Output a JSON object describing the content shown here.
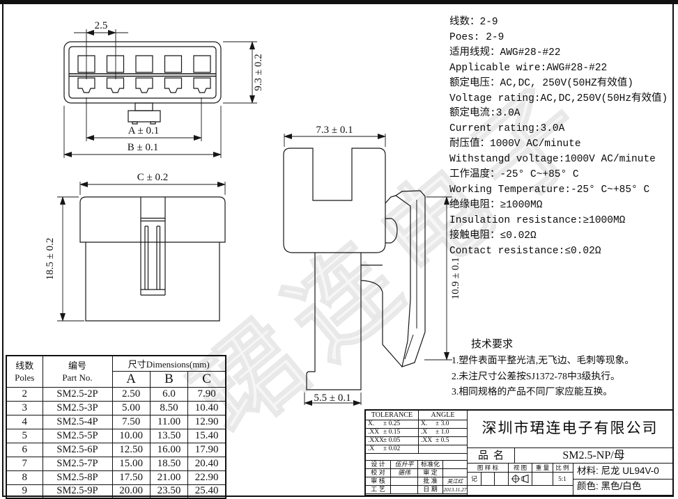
{
  "watermark": "珺连电子",
  "specs": {
    "lines": [
      "线数：2-9",
      "Poes: 2-9",
      "适用线规：AWG#28-#22",
      "Applicable wire:AWG#28-#22",
      "额定电压：AC,DC, 250V(50HZ有效值)",
      "Voltage rating:AC,DC,250V(50Hz有效值)",
      "额定电流:3.0A",
      "Current rating:3.0A",
      "耐压值：1000V AC/minute",
      "Withstangd voltage:1000V AC/minute",
      "工作温度：-25° C~+85° C",
      "Working Temperature:-25° C~+85° C",
      "绝缘电阻：≥1000MΩ",
      "Insulation resistance:≥1000MΩ",
      "接触电阻：≤0.02Ω",
      "Contact resistance:≤0.02Ω"
    ]
  },
  "tech": {
    "title": "技术要求",
    "items": [
      "1.塑件表面平整光洁,无飞边、毛刺等现象。",
      "2.未注尺寸公差按SJ1372-78中3级执行。",
      "3.相同规格的产品不同厂家应能互换。"
    ]
  },
  "dims": {
    "front": {
      "pitch": "2.5",
      "height": "9.3 ± 0.2",
      "a": "A ± 0.1",
      "b": "B ± 0.1"
    },
    "rear": {
      "width": "C ± 0.2",
      "height": "18.5 ± 0.2"
    },
    "side": {
      "width": "7.3 ± 0.1",
      "height": "10.9 ± 0.1",
      "foot": "5.5 ± 0.1"
    }
  },
  "poles_table": {
    "headers": {
      "col1_zh": "线数",
      "col1_en": "Poles",
      "col2_zh": "编号",
      "col2_en": "Part No.",
      "dims_title": "尺寸Dimensions(mm)",
      "a": "A",
      "b": "B",
      "c": "C"
    },
    "rows": [
      [
        "2",
        "SM2.5-2P",
        "2.50",
        "6.0",
        "7.90"
      ],
      [
        "3",
        "SM2.5-3P",
        "5.00",
        "8.50",
        "10.40"
      ],
      [
        "4",
        "SM2.5-4P",
        "7.50",
        "11.00",
        "12.90"
      ],
      [
        "5",
        "SM2.5-5P",
        "10.00",
        "13.50",
        "15.40"
      ],
      [
        "6",
        "SM2.5-6P",
        "12.50",
        "16.00",
        "17.90"
      ],
      [
        "7",
        "SM2.5-7P",
        "15.00",
        "18.50",
        "20.40"
      ],
      [
        "8",
        "SM2.5-8P",
        "17.50",
        "21.00",
        "22.90"
      ],
      [
        "9",
        "SM2.5-9P",
        "20.00",
        "23.50",
        "25.40"
      ]
    ]
  },
  "title_block": {
    "tolerance": {
      "title": "TOLERANCE",
      "angle_title": "ANGLE",
      "rows": [
        [
          "X.",
          "± 0.25",
          "X.",
          "± 3.0"
        ],
        [
          ".XX",
          "± 0.15",
          ".X",
          "± 1.0"
        ],
        [
          ".XXX",
          "± 0.05",
          ".XX",
          "± 0.5"
        ],
        [
          ".X",
          "± 0.02",
          "",
          ""
        ]
      ]
    },
    "signatures": [
      [
        "设 计",
        "伍升平",
        "标准化",
        ""
      ],
      [
        "校 对",
        "骆伟",
        "审 定",
        ""
      ],
      [
        "审 核",
        "",
        "批 准",
        "吴江红"
      ],
      [
        "工 艺",
        "",
        "日 期",
        "2013.11.27"
      ]
    ],
    "company": "深圳市珺连电子有限公司",
    "product_label": "品名",
    "product_name": "SM2.5-NP/母",
    "stamp_label": "图 样 标",
    "stamp_label2": "记",
    "view_label": "视 图",
    "weight_label": "重 量",
    "scale_label": "比 例",
    "scale_value": "5:1",
    "material": "材料: 尼龙 UL94V-0",
    "color": "颜色: 黑色/白色"
  }
}
